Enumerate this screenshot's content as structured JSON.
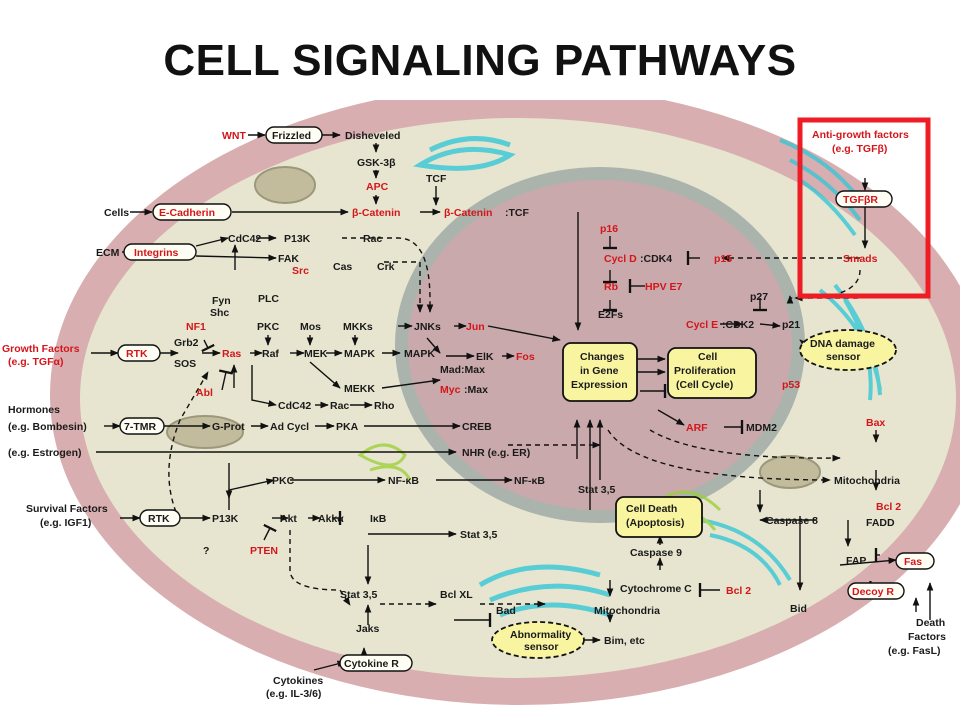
{
  "title": "CELL SIGNALING PATHWAYS",
  "colors": {
    "cell_outer": "#d9aeb0",
    "cytoplasm": "#e7e5cf",
    "nucleus": "#c9a9ab",
    "highlight_box": "#ee1c24",
    "red_text": "#d4161b",
    "box_yellow": "#f8f4a0"
  },
  "n": {
    "wnt": "WNT",
    "frizzled": "Frizzled",
    "disheveled": "Disheveled",
    "gsk3b": "GSK-3β",
    "apc": "APC",
    "tcf": "TCF",
    "bcat": "β-Catenin",
    "bcat_tcf_red": "β-Catenin",
    "bcat_tcf_black": ":TCF",
    "cells": "Cells",
    "ecad": "E-Cadherin",
    "ecm": "ECM",
    "integrins": "Integrins",
    "cdc42a": "CdC42",
    "p13k_a": "P13K",
    "rac_a": "Rac",
    "fak": "FAK",
    "src": "Src",
    "cas": "Cas",
    "crk": "Crk",
    "fyn": "Fyn",
    "shc": "Shc",
    "nf1": "NF1",
    "plc": "PLC",
    "pkc_a": "PKC",
    "mos": "Mos",
    "mkks": "MKKs",
    "jnks": "JNKs",
    "jun": "Jun",
    "gf1": "Growth Factors",
    "gf2": "(e.g. TGFα)",
    "rtk1": "RTK",
    "grb2": "Grb2",
    "sos": "SOS",
    "ras": "Ras",
    "raf": "Raf",
    "mek": "MEK",
    "mapk1": "MAPK",
    "mapk2": "MAPK",
    "elk": "ElK",
    "fos": "Fos",
    "madmax": "Mad:Max",
    "myc": "Myc",
    "max": ":Max",
    "mekk": "MEKK",
    "abl": "Abl",
    "cdc42b": "CdC42",
    "rac_b": "Rac",
    "rho": "Rho",
    "horm1": "Hormones",
    "horm2": "(e.g. Bombesin)",
    "tmr": "7-TMR",
    "gprot": "G-Prot",
    "adcycl": "Ad Cycl",
    "pka": "PKA",
    "creb": "CREB",
    "estrogen": "(e.g. Estrogen)",
    "nhr": "NHR (e.g. ER)",
    "pkc_b": "PKC",
    "nfkb1": "NF-κB",
    "nfkb2": "NF-κB",
    "sf1": "Survival Factors",
    "sf2": "(e.g. IGF1)",
    "rtk2": "RTK",
    "p13k_b": "P13K",
    "akt": "Akt",
    "akka": "Akkα",
    "ikb": "IκB",
    "q": "?",
    "pten": "PTEN",
    "stat35a": "Stat 3,5",
    "stat35b": "Stat 3,5",
    "stat35c": "Stat 3,5",
    "bclxl": "Bcl XL",
    "bad": "Bad",
    "jaks": "Jaks",
    "cytr": "Cytokine R",
    "cyt1": "Cytokines",
    "cyt2": "(e.g. IL-3/6)",
    "abn1": "Abnormality",
    "abn2": "sensor",
    "bim": "Bim, etc",
    "mito1": "Mitochondria",
    "mito2": "Mitochondria",
    "cytc": "Cytochrome C",
    "bcl2a": "Bcl 2",
    "bcl2b": "Bcl 2",
    "casp9": "Caspase 9",
    "casp8": "Caspase 8",
    "bid": "Bid",
    "cd1": "Cell Death",
    "cd2": "(Apoptosis)",
    "cge1": "Changes",
    "cge2": "in Gene",
    "cge3": "Expression",
    "cp1": "Cell",
    "cp2": "Proliferation",
    "cp3": "(Cell Cycle)",
    "p16": "p16",
    "cycd": "Cycl D",
    "cdk4": ":CDK4",
    "p15": "p15",
    "rb": "Rb",
    "hpv": "HPV E7",
    "e2fs": "E2Fs",
    "p27": "p27",
    "cyce": "Cycl E",
    "cdk2": ":CDK2",
    "p21": "p21",
    "dna1": "DNA damage",
    "dna2": "sensor",
    "p53": "p53",
    "arf": "ARF",
    "mdm2": "MDM2",
    "bax": "Bax",
    "agf1": "Anti-growth factors",
    "agf2": "(e.g. TGFβ)",
    "tgfbr": "TGFβR",
    "smads": "Smads",
    "fadd": "FADD",
    "fap": "FAP",
    "fas": "Fas",
    "decoy": "Decoy R",
    "df1": "Death",
    "df2": "Factors",
    "df3": "(e.g. FasL)"
  }
}
